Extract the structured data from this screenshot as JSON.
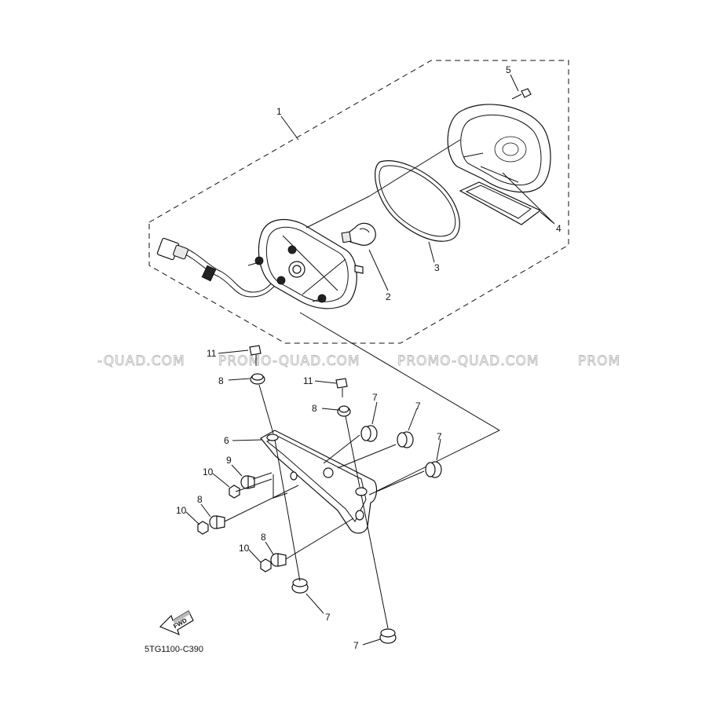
{
  "diagram": {
    "watermarks": [
      "-QUAD.COM",
      "PROMO-QUAD.COM",
      "PROMO-QUAD.COM",
      "PROM"
    ],
    "callouts": [
      "1",
      "2",
      "3",
      "4",
      "5",
      "6",
      "7",
      "7",
      "7",
      "7",
      "7",
      "8",
      "8",
      "8",
      "8",
      "9",
      "10",
      "10",
      "10",
      "11",
      "11"
    ],
    "fwd_label": "FWD",
    "drawing_code": "5TG1100-C390"
  }
}
